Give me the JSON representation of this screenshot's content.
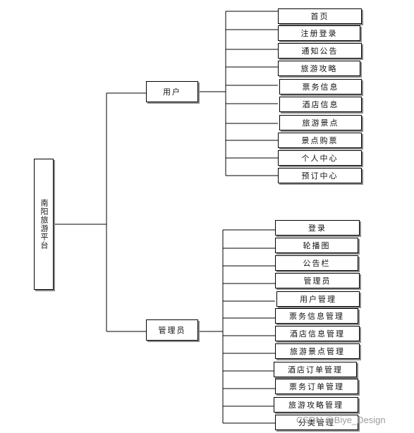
{
  "root": {
    "label": "南阳旅游平台"
  },
  "user_branch": {
    "label": "用户",
    "items": [
      "首页",
      "注册登录",
      "通知公告",
      "旅游攻略",
      "票务信息",
      "酒店信息",
      "旅游景点",
      "景点购票",
      "个人中心",
      "预订中心"
    ]
  },
  "admin_branch": {
    "label": "管理员",
    "items": [
      "登录",
      "轮播图",
      "公告栏",
      "管理员",
      "用户管理",
      "票务信息管理",
      "酒店信息管理",
      "旅游景点管理",
      "酒店订单管理",
      "票务订单管理",
      "旅游攻略管理",
      "分类管理"
    ]
  },
  "watermark": "CSDN @Biye_Design"
}
